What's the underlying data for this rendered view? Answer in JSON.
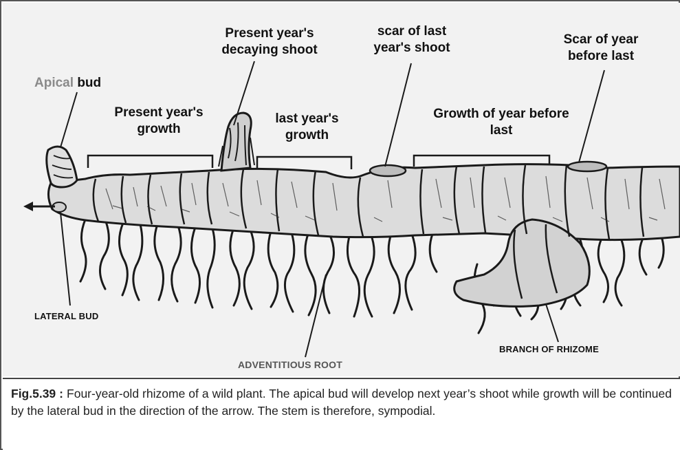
{
  "labels": {
    "apical_prefix": "Apical",
    "apical_suffix": "bud",
    "present_growth": "Present year's growth",
    "present_shoot": "Present year's decaying shoot",
    "last_growth": "last year's growth",
    "scar_last": "scar of last year's shoot",
    "growth_before_last": "Growth of year before last",
    "scar_before_last": "Scar of year before last",
    "lateral_bud": "LATERAL BUD",
    "adventitious_root": "ADVENTITIOUS ROOT",
    "branch_rhizome": "BRANCH OF RHIZOME"
  },
  "caption": {
    "figure_number": "Fig.5.39 :",
    "text": "Four-year-old rhizome of a wild plant. The apical bud will develop next year’s shoot while growth will be continued by the lateral bud in the direction of the arrow. The stem is therefore, sympodial."
  },
  "colors": {
    "background": "#f2f2f2",
    "ink": "#111111",
    "rhizome_fill": "#dcdcdc",
    "apical_label_gray": "#8a8a8a"
  }
}
